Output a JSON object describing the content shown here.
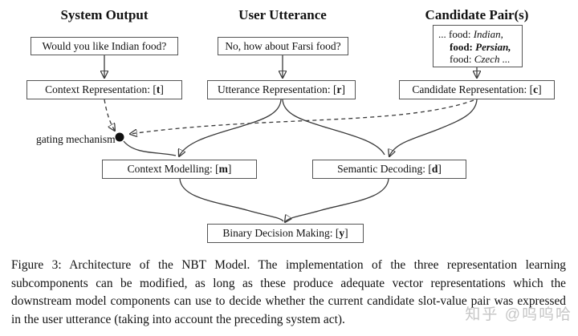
{
  "diagram": {
    "columns": [
      {
        "header": "System Output",
        "example": "Would you like Indian food?",
        "repr": {
          "pre": "Context Representation: [",
          "vec": "t",
          "post": "]"
        }
      },
      {
        "header": "User Utterance",
        "example": "No, how about Farsi food?",
        "repr": {
          "pre": "Utterance Representation: [",
          "vec": "r",
          "post": "]"
        }
      },
      {
        "header": "Candidate Pair(s)",
        "repr": {
          "pre": "Candidate Representation: [",
          "vec": "c",
          "post": "]"
        }
      }
    ],
    "candidate_box": {
      "lines": [
        {
          "prefix": "... food: ",
          "value": "Indian,"
        },
        {
          "prefix": "food: ",
          "value": "Persian,"
        },
        {
          "prefix": "food: ",
          "value": "Czech ..."
        }
      ]
    },
    "gating_label": "gating mechanism",
    "context_modelling": {
      "pre": "Context Modelling: [",
      "vec": "m",
      "post": "]"
    },
    "semantic_decoding": {
      "pre": "Semantic Decoding: [",
      "vec": "d",
      "post": "]"
    },
    "binary_decision": {
      "pre": "Binary Decision Making: [",
      "vec": "y",
      "post": "]"
    }
  },
  "caption": {
    "text": "Figure 3: Architecture of the NBT Model. The implementation of the three representation learning subcomponents can be modified, as long as these produce adequate vector representations which the downstream model components can use to decide whether the current candidate slot-value pair was expressed in the user utterance (taking into account the preceding system act)."
  },
  "watermark": "知乎 @呜呜哈",
  "colors": {
    "border": "#555555",
    "arrow": "#3a3a3a",
    "text": "#111111",
    "watermark": "#c6c6c6",
    "bg": "#ffffff"
  }
}
